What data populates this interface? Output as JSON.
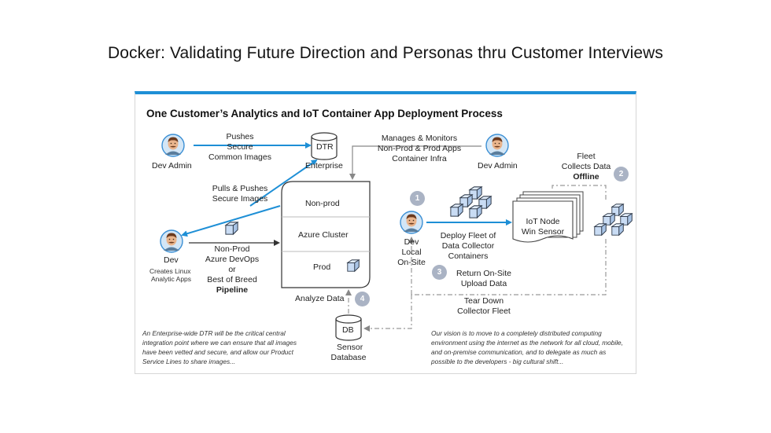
{
  "slide": {
    "title": "Docker: Validating Future Direction and Personas thru Customer Interviews"
  },
  "panel": {
    "title": "One Customer’s Analytics and IoT Container App Deployment Process",
    "accent_color": "#1e8fd6"
  },
  "nodes": {
    "dev_admin_left": "Dev Admin",
    "dev_admin_right": "Dev Admin",
    "dtr": {
      "label": "DTR",
      "caption": "Enterprise"
    },
    "dev_left": {
      "name": "Dev",
      "sub_line1": "Creates Linux",
      "sub_line2": "Analytic Apps"
    },
    "cluster": {
      "top": "Non-prod",
      "middle": "Azure Cluster",
      "bottom": "Prod"
    },
    "dev_local": {
      "line1": "Dev",
      "line2": "Local",
      "line3": "On-Site"
    },
    "iot_node": {
      "line1": "IoT Node",
      "line2": "Win Sensor"
    },
    "db": {
      "label": "DB",
      "caption_line1": "Sensor",
      "caption_line2": "Database"
    }
  },
  "labels": {
    "pushes": [
      "Pushes",
      "Secure",
      "Common Images"
    ],
    "manages": [
      "Manages & Monitors",
      "Non-Prod & Prod Apps",
      "Container Infra"
    ],
    "pulls": [
      "Pulls & Pushes",
      "Secure Images"
    ],
    "pipeline": [
      "Non-Prod",
      "Azure DevOps",
      "or",
      "Best of Breed"
    ],
    "pipeline_bold": "Pipeline",
    "fleet": [
      "Fleet",
      "Collects Data"
    ],
    "fleet_bold": "Offline",
    "deploy": [
      "Deploy Fleet of",
      "Data Collector",
      "Containers"
    ],
    "return": [
      "Return On-Site",
      "Upload Data"
    ],
    "teardown": [
      "Tear Down",
      "Collector Fleet"
    ],
    "analyze": "Analyze Data"
  },
  "badges": {
    "b1": "1",
    "b2": "2",
    "b3": "3",
    "b4": "4",
    "color": "#aab3c4"
  },
  "notes": {
    "left": [
      "An Enterprise-wide DTR will be the critical central",
      "integration point where we can ensure that all images",
      "have been vetted and secure, and allow our Product",
      "Service Lines to share images..."
    ],
    "right": [
      "Our vision is to move to a completely distributed computing",
      "environment using the internet as the network for all cloud, mobile,",
      "and on-premise communication, and to delegate as much as",
      "possible to the developers - big cultural shift..."
    ]
  },
  "icons": {
    "person": "person-avatar-icon",
    "container": "container-cube-icon",
    "cylinder": "database-cylinder-icon",
    "document_stack": "document-stack-icon"
  },
  "colors": {
    "arrow_blue": "#1e8fd6",
    "arrow_gray": "#8a8a8a",
    "cube_fill": "#c9dcf4",
    "cube_stroke": "#2f3a4a"
  }
}
